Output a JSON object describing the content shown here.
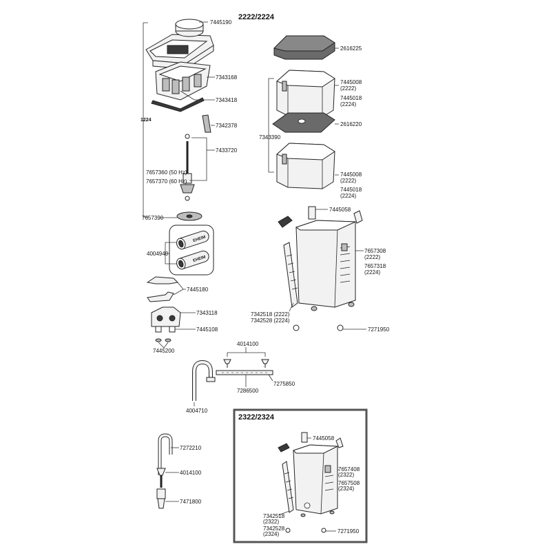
{
  "diagram": {
    "model_title": "2222/2224",
    "side_label": "1224",
    "inset_title": "2322/2324",
    "labels": {
      "p7445190": "7445190",
      "p7343168": "7343168",
      "p7343418": "7343418",
      "p7342378": "7342378",
      "p7433720": "7433720",
      "p7657360": "7657360 (50 Hz)",
      "p7657370": "7657370 (60 Hz)",
      "p7657390": "7657390",
      "p4004940": "4004940",
      "p7445180": "7445180",
      "p7343118": "7343118",
      "p7445108": "7445108",
      "p7445200": "7445200",
      "p4014100": "4014100",
      "p7275850": "7275850",
      "p7286500": "7286500",
      "p4004710": "4004710",
      "p7272210": "7272210",
      "p4014100b": "4014100",
      "p7471800": "7471800",
      "p2616225": "2616225",
      "p7445008a": "7445008",
      "p2222a": "(2222)",
      "p7445018a": "7445018",
      "p2224a": "(2224)",
      "p2616220": "2616220",
      "p7343390": "7343390",
      "p7445008b": "7445008",
      "p2222b": "(2222)",
      "p7445018b": "7445018",
      "p2224b": "(2224)",
      "p7445058": "7445058",
      "p7657308": "7657308",
      "p2222c": "(2222)",
      "p7657318": "7657318",
      "p2224c": "(2224)",
      "p7342518": "7342518 (2222)",
      "p7342528": "7342528 (2224)",
      "p7271950": "7271950",
      "i7445058": "7445058",
      "i7657408": "7657408",
      "i2322a": "(2322)",
      "i7657508": "7657508",
      "i2324a": "(2324)",
      "i7342518": "7342518",
      "i2322b": "(2322)",
      "i7342528": "7342528",
      "i2324b": "(2324)",
      "i7271950": "7271950"
    },
    "hose_print": "EHEIM"
  }
}
